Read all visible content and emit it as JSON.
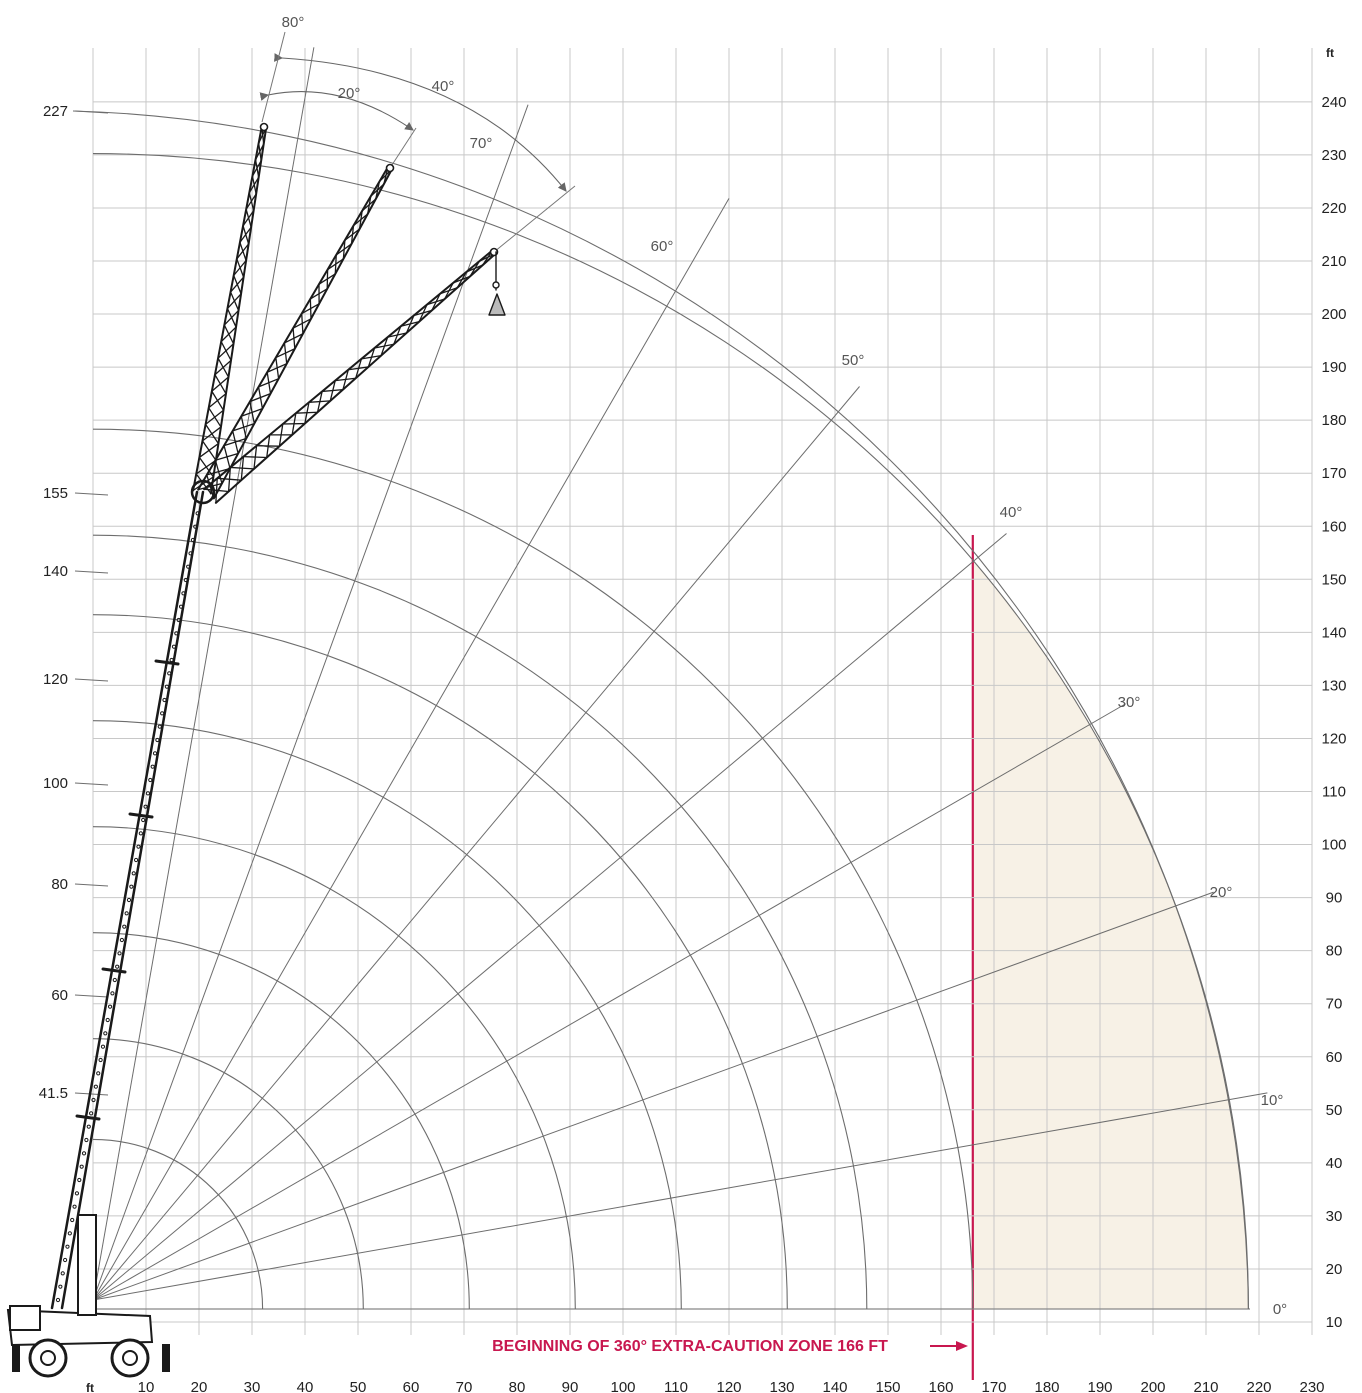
{
  "chart_data": {
    "type": "range_diagram",
    "units": "ft",
    "x_axis": {
      "unit_label": "ft",
      "ticks": [
        "10",
        "20",
        "30",
        "40",
        "50",
        "60",
        "70",
        "80",
        "90",
        "100",
        "110",
        "120",
        "130",
        "140",
        "150",
        "160",
        "170",
        "180",
        "190",
        "200",
        "210",
        "220",
        "230"
      ],
      "range": [
        0,
        230
      ]
    },
    "y_axis_right": {
      "unit_label": "ft",
      "ticks": [
        "10",
        "20",
        "30",
        "40",
        "50",
        "60",
        "70",
        "80",
        "90",
        "100",
        "110",
        "120",
        "130",
        "140",
        "150",
        "160",
        "170",
        "180",
        "190",
        "200",
        "210",
        "220",
        "230",
        "240"
      ],
      "range": [
        10,
        240
      ]
    },
    "boom_lengths": [
      {
        "label": "41.5",
        "value": 41.5
      },
      {
        "label": "60",
        "value": 60
      },
      {
        "label": "80",
        "value": 80
      },
      {
        "label": "100",
        "value": 100
      },
      {
        "label": "120",
        "value": 120
      },
      {
        "label": "140",
        "value": 140
      },
      {
        "label": "155",
        "value": 155
      },
      {
        "label": "227",
        "value": 227
      }
    ],
    "boom_angles": [
      {
        "label": "0°",
        "value": 0
      },
      {
        "label": "10°",
        "value": 10
      },
      {
        "label": "20°",
        "value": 20
      },
      {
        "label": "30°",
        "value": 30
      },
      {
        "label": "40°",
        "value": 40
      },
      {
        "label": "50°",
        "value": 50
      },
      {
        "label": "60°",
        "value": 60
      },
      {
        "label": "70°",
        "value": 70
      },
      {
        "label": "80°",
        "value": 80
      }
    ],
    "jib_offsets": [
      {
        "label": "20°",
        "value": 20
      },
      {
        "label": "40°",
        "value": 40
      }
    ],
    "caution_zone": {
      "radius": 166,
      "label": "BEGINNING OF 360° EXTRA-CAUTION ZONE 166 FT",
      "line_color": "#c8174f",
      "fill_color": "#f7f1e6"
    },
    "colors": {
      "grid": "#c8c8c8",
      "arc": "#6d6d6d",
      "boom": "#1a1a1a"
    }
  }
}
